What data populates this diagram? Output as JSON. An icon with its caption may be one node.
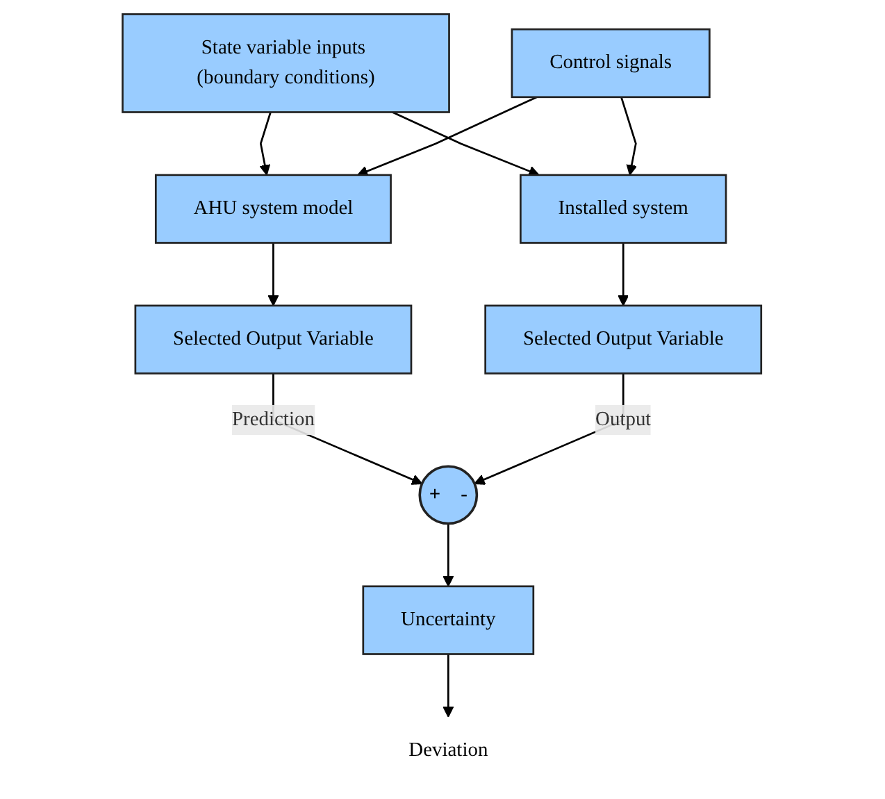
{
  "diagram": {
    "nodes": [
      {
        "text": [
          "State variable inputs (boundary conditions)"
        ]
      },
      {
        "text": [
          "Control signals"
        ]
      },
      {
        "text": [
          "AHU system model"
        ]
      },
      {
        "text": [
          "Installed system"
        ]
      },
      {
        "text": [
          "Selected Output Variable"
        ]
      },
      {
        "text": [
          "Selected Output Variable"
        ]
      },
      {
        "text": [
          "+",
          "-"
        ]
      },
      {
        "text": [
          "Uncertainty"
        ]
      },
      {
        "text": [
          "Deviation"
        ]
      }
    ],
    "edges": [
      {
        "from": 0,
        "to": 2,
        "arrow": "to"
      },
      {
        "from": 0,
        "to": 3,
        "arrow": "to"
      },
      {
        "from": 1,
        "to": 2,
        "arrow": "to"
      },
      {
        "from": 1,
        "to": 3,
        "arrow": "to"
      },
      {
        "from": 2,
        "to": 4,
        "arrow": "to"
      },
      {
        "from": 3,
        "to": 5,
        "arrow": "to"
      },
      {
        "from": 4,
        "to": 6,
        "arrow": "to",
        "label": "Prediction"
      },
      {
        "from": 5,
        "to": 6,
        "arrow": "to",
        "label": "Output"
      },
      {
        "from": 6,
        "to": 7,
        "arrow": "to"
      },
      {
        "from": 7,
        "to": 8,
        "arrow": "to"
      }
    ]
  }
}
